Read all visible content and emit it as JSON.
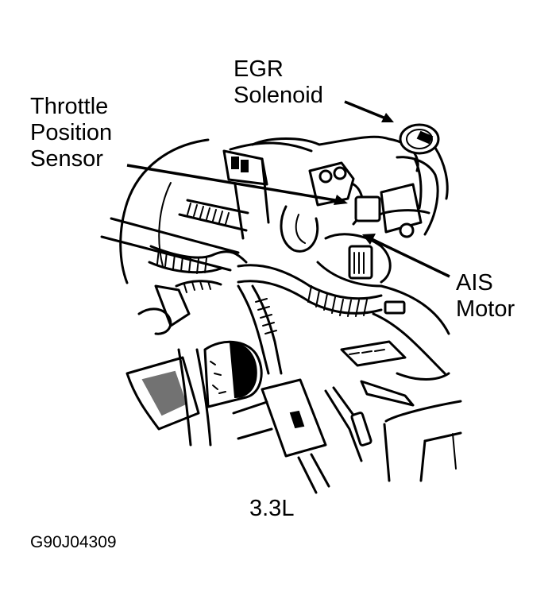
{
  "figure": {
    "engine_label": "3.3L",
    "figure_id": "G90J04309"
  },
  "callouts": [
    {
      "id": "egr-solenoid",
      "lines": [
        "EGR",
        "Solenoid"
      ]
    },
    {
      "id": "throttle-position-sensor",
      "lines": [
        "Throttle",
        "Position",
        "Sensor"
      ]
    },
    {
      "id": "ais-motor",
      "lines": [
        "AIS",
        "Motor"
      ]
    }
  ],
  "colors": {
    "ink": "#000000",
    "background": "#ffffff"
  }
}
